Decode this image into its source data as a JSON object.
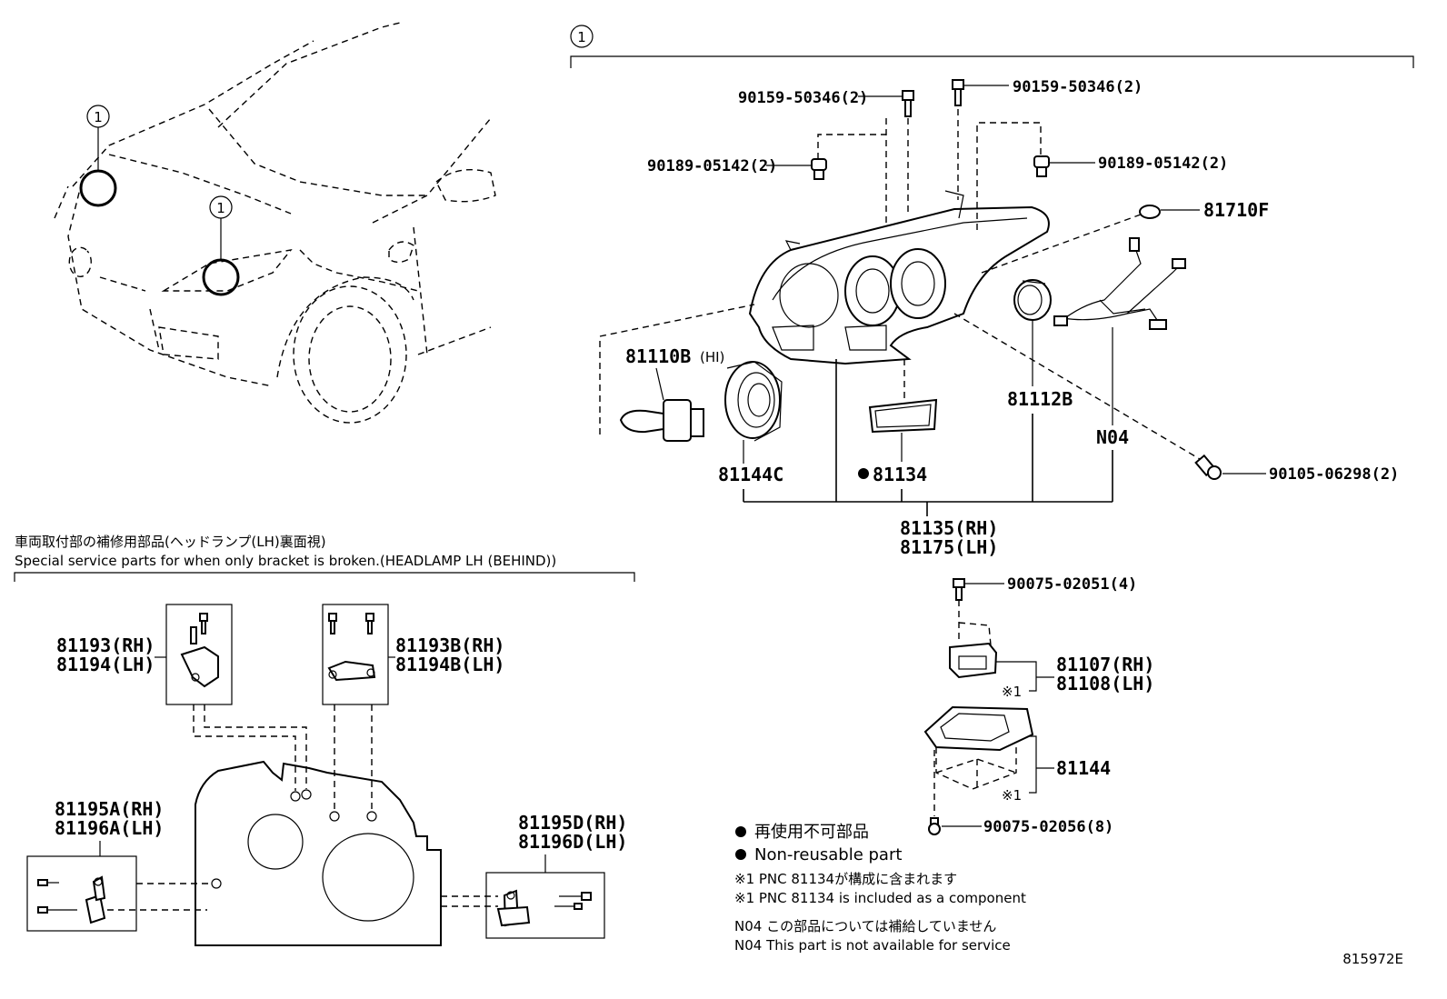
{
  "callout_number": "1",
  "parts": {
    "p90159_left": "90159-50346(2)",
    "p90159_right": "90159-50346(2)",
    "p90189_left": "90189-05142(2)",
    "p90189_right": "90189-05142(2)",
    "p81710F": "81710F",
    "p81110B": "81110B",
    "p81110B_suffix": "(HI)",
    "p81112B": "81112B",
    "pN04": "N04",
    "p90105": "90105-06298(2)",
    "p81144C": "81144C",
    "p81134": "81134",
    "p81135": "81135(RH)",
    "p81175": "81175(LH)",
    "p90075_a": "90075-02051(4)",
    "p81107": "81107(RH)",
    "p81108": "81108(LH)",
    "p81144": "81144",
    "p90075_b": "90075-02056(8)",
    "note_mark": "※1",
    "p81193": "81193(RH)",
    "p81194": "81194(LH)",
    "p81193B": "81193B(RH)",
    "p81194B": "81194B(LH)",
    "p81195A": "81195A(RH)",
    "p81196A": "81196A(LH)",
    "p81195D": "81195D(RH)",
    "p81196D": "81196D(LH)"
  },
  "bracket_section": {
    "title_jp": "車両取付部の補修用部品(ヘッドランプ(LH)裏面視)",
    "title_en": "Special service parts for when only bracket is broken.(HEADLAMP LH (BEHIND))"
  },
  "legend": {
    "nonreusable_jp": "再使用不可部品",
    "nonreusable_en": "Non-reusable part",
    "note1_jp": "※1 PNC 81134が構成に含まれます",
    "note1_en": "※1 PNC 81134 is included as a component",
    "n04_jp": "N04 この部品については補給していません",
    "n04_en": "N04 This part is not available for service"
  },
  "diagram_id": "815972E"
}
